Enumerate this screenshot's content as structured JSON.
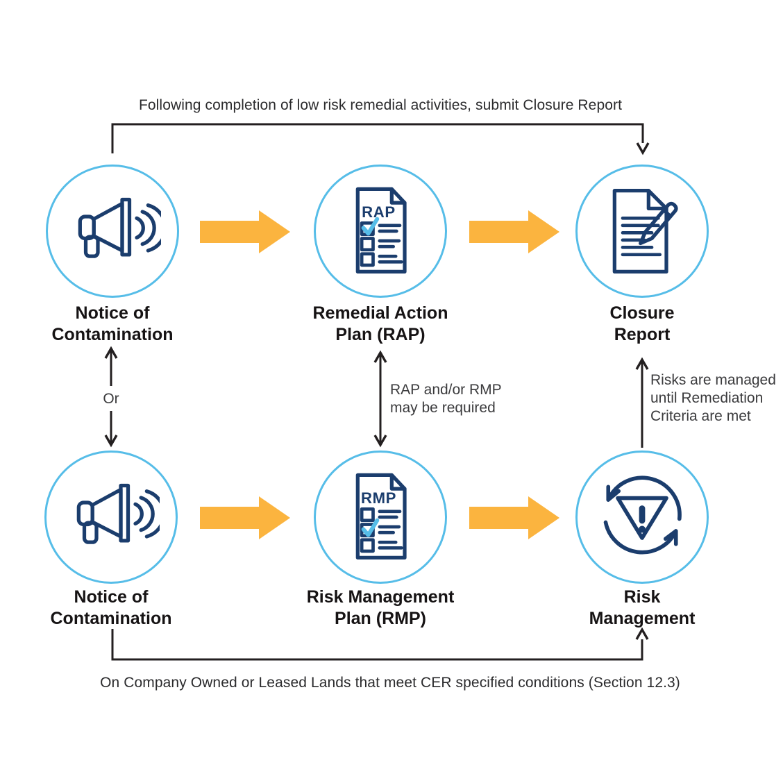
{
  "captions": {
    "top": "Following completion of low risk remedial activities, submit Closure Report",
    "bottom": "On Company Owned or Leased Lands that meet CER specified conditions (Section 12.3)"
  },
  "nodes": {
    "notice_top": {
      "line1": "Notice of",
      "line2": "Contamination"
    },
    "rap": {
      "line1": "Remedial Action",
      "line2": "Plan (RAP)",
      "doc_title": "RAP"
    },
    "closure": {
      "line1": "Closure",
      "line2": "Report"
    },
    "notice_bottom": {
      "line1": "Notice of",
      "line2": "Contamination"
    },
    "rmp": {
      "line1": "Risk Management",
      "line2": "Plan (RMP)",
      "doc_title": "RMP"
    },
    "risk_mgmt": {
      "line1": "Risk",
      "line2": "Management"
    }
  },
  "annotations": {
    "or": "Or",
    "rap_rmp": {
      "line1": "RAP and/or RMP",
      "line2": "may be required"
    },
    "risks": {
      "line1": "Risks are managed",
      "line2": "until Remediation",
      "line3": "Criteria are met"
    }
  },
  "icons": {
    "notice": "megaphone-icon",
    "rap": "rap-document-checklist-icon",
    "rmp": "rmp-document-checklist-icon",
    "closure": "document-pencil-icon",
    "risk_mgmt": "risk-cycle-warning-icon",
    "flow": "yellow-block-arrow-icon"
  },
  "colors": {
    "circle_stroke": "#56BDE8",
    "icon_navy": "#1B3D6D",
    "flow_arrow_yellow": "#FBB43F",
    "line_black": "#231F20"
  }
}
